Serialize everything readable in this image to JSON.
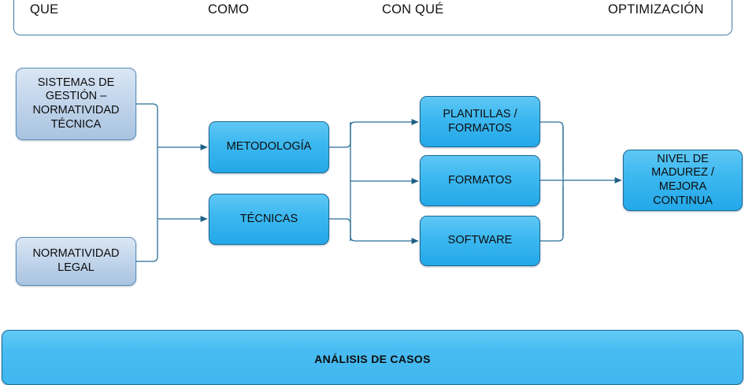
{
  "diagram": {
    "title_bar": {
      "phases": [
        {
          "id": "que",
          "label": "QUE"
        },
        {
          "id": "como",
          "label": "COMO"
        },
        {
          "id": "con-que",
          "label": "CON QUÉ"
        },
        {
          "id": "optimizacion",
          "label": "OPTIMIZACIÓN"
        }
      ]
    },
    "nodes": {
      "sistemas": {
        "label": "SISTEMAS DE GESTIÓN – NORMATIVIDAD TÉCNICA",
        "style": "pale",
        "column": "QUE"
      },
      "normlegal": {
        "label": "NORMATIVIDAD LEGAL",
        "style": "pale",
        "column": "QUE"
      },
      "metodologia": {
        "label": "METODOLOGÍA",
        "style": "bright",
        "column": "COMO"
      },
      "tecnicas": {
        "label": "TÉCNICAS",
        "style": "bright",
        "column": "COMO"
      },
      "plantillas": {
        "label": "PLANTILLAS / FORMATOS",
        "style": "bright",
        "column": "CON QUÉ"
      },
      "formatos": {
        "label": "FORMATOS",
        "style": "bright",
        "column": "CON QUÉ"
      },
      "software": {
        "label": "SOFTWARE",
        "style": "bright",
        "column": "CON QUÉ"
      },
      "nivel": {
        "label": "NIVEL DE MADUREZ / MEJORA CONTINUA",
        "style": "bright",
        "column": "OPTIMIZACIÓN"
      }
    },
    "footer": {
      "label": "ANÁLISIS DE CASOS"
    },
    "edges": [
      {
        "from": "sistemas",
        "to": "metodologia",
        "via": "bus-1"
      },
      {
        "from": "sistemas",
        "to": "tecnicas",
        "via": "bus-1"
      },
      {
        "from": "normlegal",
        "to": "metodologia",
        "via": "bus-1"
      },
      {
        "from": "normlegal",
        "to": "tecnicas",
        "via": "bus-1"
      },
      {
        "from": "metodologia",
        "to": "plantillas",
        "via": "bus-2"
      },
      {
        "from": "metodologia",
        "to": "formatos",
        "via": "bus-2"
      },
      {
        "from": "metodologia",
        "to": "software",
        "via": "bus-2"
      },
      {
        "from": "tecnicas",
        "to": "plantillas",
        "via": "bus-2"
      },
      {
        "from": "tecnicas",
        "to": "formatos",
        "via": "bus-2"
      },
      {
        "from": "tecnicas",
        "to": "software",
        "via": "bus-2"
      },
      {
        "from": "plantillas",
        "to": "nivel",
        "via": "bus-3"
      },
      {
        "from": "formatos",
        "to": "nivel",
        "via": "bus-3"
      },
      {
        "from": "software",
        "to": "nivel",
        "via": "bus-3"
      }
    ],
    "colors": {
      "connector": "#2a6e96",
      "pale_node_fill": "#c3d6ec",
      "bright_node_fill": "#3db8f0",
      "node_border": "#1d6a96",
      "footer_fill": "#45bdf1",
      "text": "#0d0d0d"
    }
  }
}
